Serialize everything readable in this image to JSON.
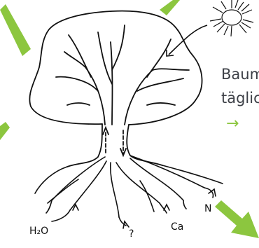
{
  "caption": {
    "line1": "Baum",
    "line2": "täglic",
    "arrow": "→"
  },
  "annotations": {
    "water": "H₂O",
    "question": "?",
    "calcium": "Ca",
    "nitrogen": "N"
  },
  "colors": {
    "accent_green": "#8cc63f",
    "ink": "#111111",
    "caption_text": "#3d4047"
  }
}
